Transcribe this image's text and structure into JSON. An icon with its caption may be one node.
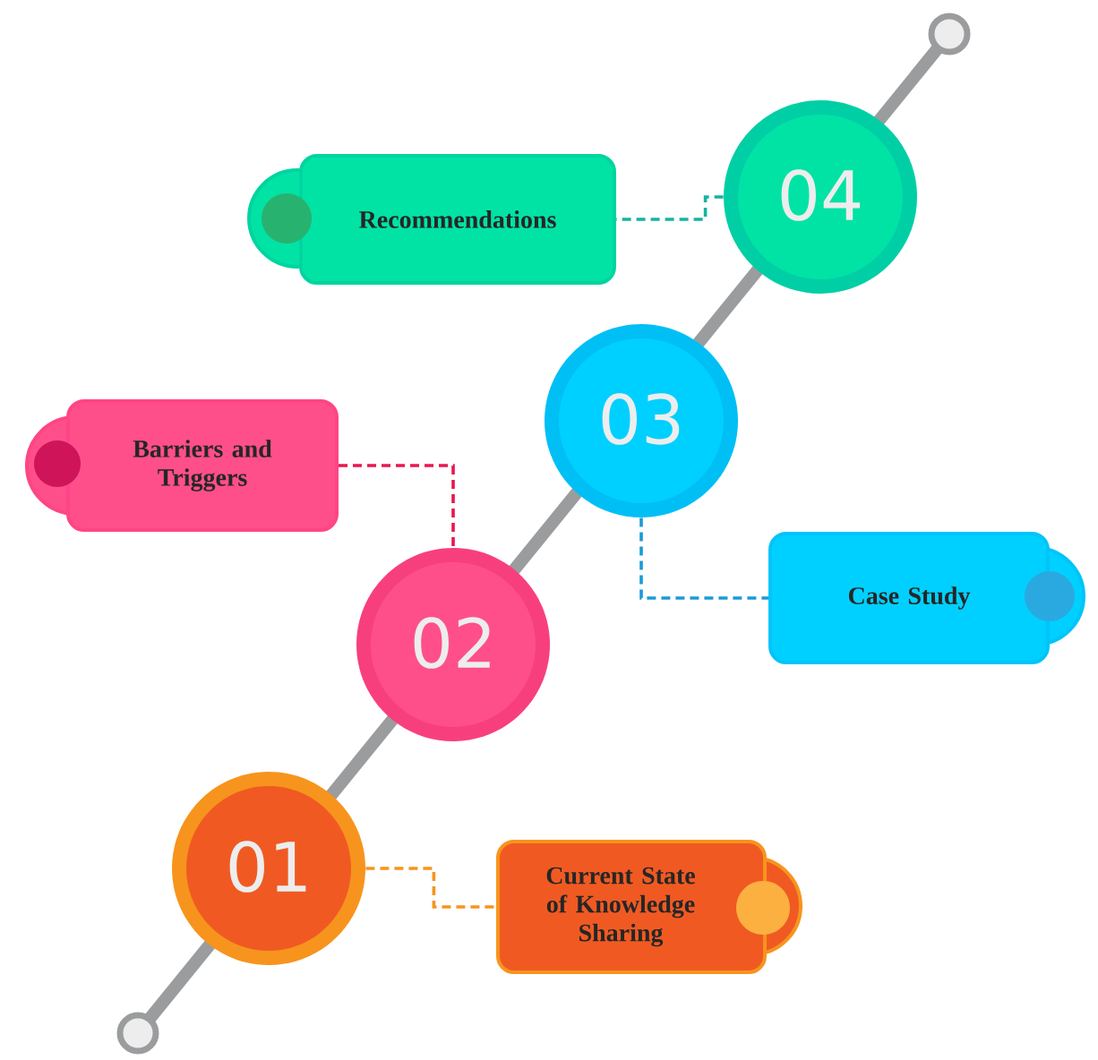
{
  "diagram": {
    "nodes": [
      {
        "text": [
          "01"
        ]
      },
      {
        "text": [
          "Current State of Knowledge Sharing"
        ]
      },
      {
        "text": [
          "02"
        ]
      },
      {
        "text": [
          "Barriers and Triggers"
        ]
      },
      {
        "text": [
          "03"
        ]
      },
      {
        "text": [
          "Case Study"
        ]
      },
      {
        "text": [
          "04"
        ]
      },
      {
        "text": [
          "Recommendations"
        ]
      }
    ],
    "edges": [
      {
        "from": 0,
        "to": 1,
        "arrow": "none",
        "style": "dashed",
        "color": "#f7941d"
      },
      {
        "from": 3,
        "to": 2,
        "arrow": "none",
        "style": "dashed",
        "color": "#e8174f"
      },
      {
        "from": 4,
        "to": 5,
        "arrow": "none",
        "style": "dashed",
        "color": "#1a9bd6"
      },
      {
        "from": 6,
        "to": 7,
        "arrow": "none",
        "style": "dashed",
        "color": "#17b3a0"
      }
    ]
  }
}
